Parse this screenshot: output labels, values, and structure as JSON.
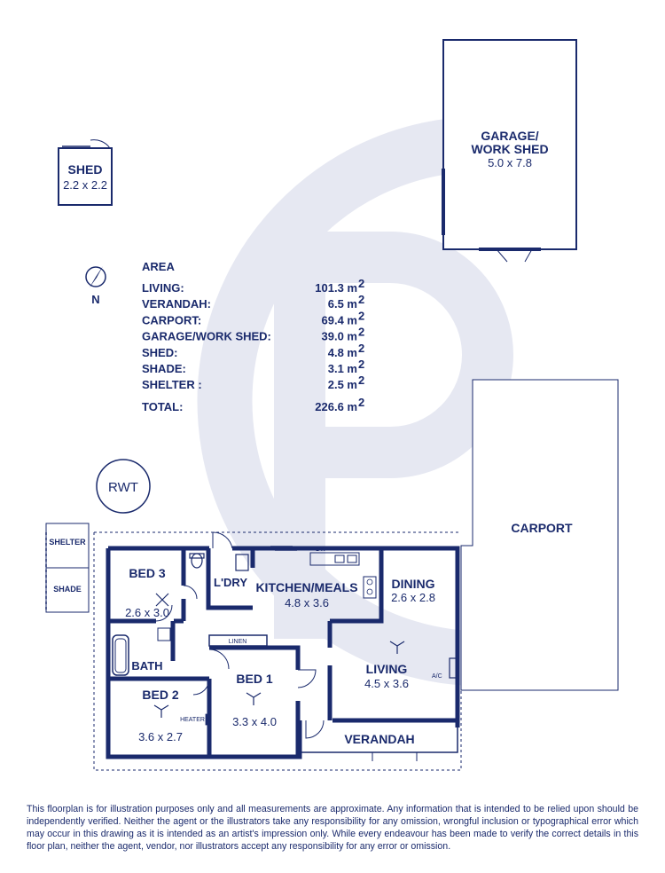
{
  "colors": {
    "ink": "#1a2a6c",
    "watermark": "#e6e8f2"
  },
  "watermark_logo": "stylized-C-P-logo",
  "compass": {
    "label": "N"
  },
  "rooms": {
    "shed": {
      "name": "SHED",
      "dims": "2.2 x 2.2"
    },
    "garage": {
      "name_line1": "GARAGE/",
      "name_line2": "WORK SHED",
      "dims": "5.0 x 7.8"
    },
    "carport": {
      "name": "CARPORT"
    },
    "rwt": {
      "name": "RWT"
    },
    "shelter": {
      "name": "SHELTER"
    },
    "shade": {
      "name": "SHADE"
    },
    "bed3": {
      "name": "BED 3",
      "dims": "2.6 x 3.0"
    },
    "ldry": {
      "name": "L'DRY"
    },
    "kitchen": {
      "name": "KITCHEN/MEALS",
      "dims": "4.8 x 3.6"
    },
    "dining": {
      "name": "DINING",
      "dims": "2.6 x 2.8"
    },
    "bath": {
      "name": "BATH"
    },
    "bed1": {
      "name": "BED 1",
      "dims": "3.3 x 4.0"
    },
    "living": {
      "name": "LIVING",
      "dims": "4.5 x 3.6"
    },
    "bed2": {
      "name": "BED 2",
      "dims": "3.6 x 2.7"
    },
    "verandah": {
      "name": "VERANDAH"
    },
    "linen": {
      "name": "LINEN"
    },
    "heater": {
      "name": "HEATER"
    },
    "dw": {
      "name": "DW"
    },
    "ac": {
      "name": "A/C"
    }
  },
  "area": {
    "title": "AREA",
    "rows": [
      {
        "label": "LIVING:",
        "value": "101.3 m",
        "sup": "2"
      },
      {
        "label": "VERANDAH:",
        "value": "6.5 m",
        "sup": "2"
      },
      {
        "label": "CARPORT:",
        "value": "69.4 m",
        "sup": "2"
      },
      {
        "label": "GARAGE/WORK SHED:",
        "value": "39.0 m",
        "sup": "2"
      },
      {
        "label": "SHED:",
        "value": "4.8 m",
        "sup": "2"
      },
      {
        "label": "SHADE:",
        "value": "3.1 m",
        "sup": "2"
      },
      {
        "label": "SHELTER :",
        "value": "2.5 m",
        "sup": "2"
      }
    ],
    "total": {
      "label": "TOTAL:",
      "value": "226.6 m",
      "sup": "2"
    }
  },
  "disclaimer": "This floorplan is for illustration purposes only and all measurements are approximate. Any information that is intended to be relied upon should be independently verified. Neither the agent or the illustrators take any responsibility for any omission, wrongful inclusion or typographical error which may occur in this drawing as it is intended as an artist's impression only. While every endeavour has been made to verify the correct details in this floor plan, neither the agent, vendor, nor illustrators accept any responsibility for any error or omission."
}
